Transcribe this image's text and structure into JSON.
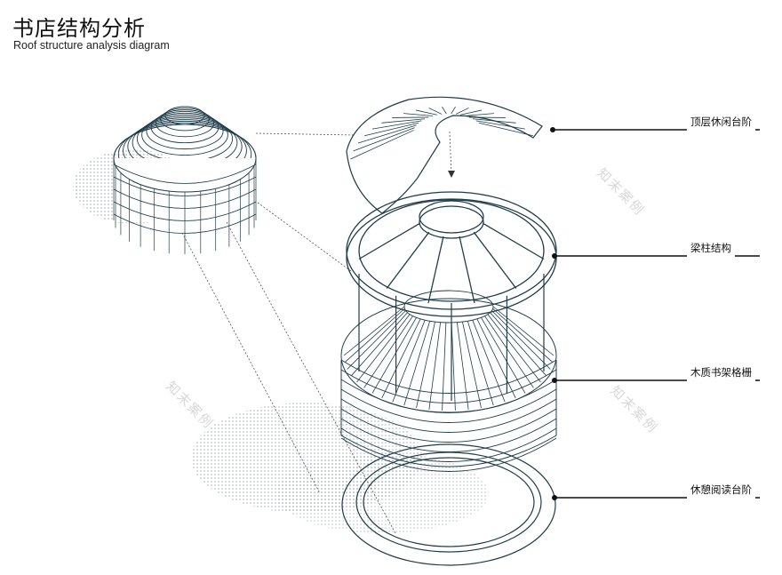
{
  "header": {
    "title": "书店结构分析",
    "subtitle": "Roof structure analysis diagram"
  },
  "labels": [
    {
      "id": "top-rest-steps",
      "text": "顶层休闲台阶"
    },
    {
      "id": "beam-column",
      "text": "梁柱结构"
    },
    {
      "id": "wood-shelf-grille",
      "text": "木质书架格栅"
    },
    {
      "id": "rest-reading-steps",
      "text": "休憩阅读台阶"
    }
  ],
  "watermark": {
    "text": "知末案例"
  },
  "colors": {
    "line": "#1f3d4a",
    "ink": "#111111",
    "shadow": "#9aa3a8"
  }
}
